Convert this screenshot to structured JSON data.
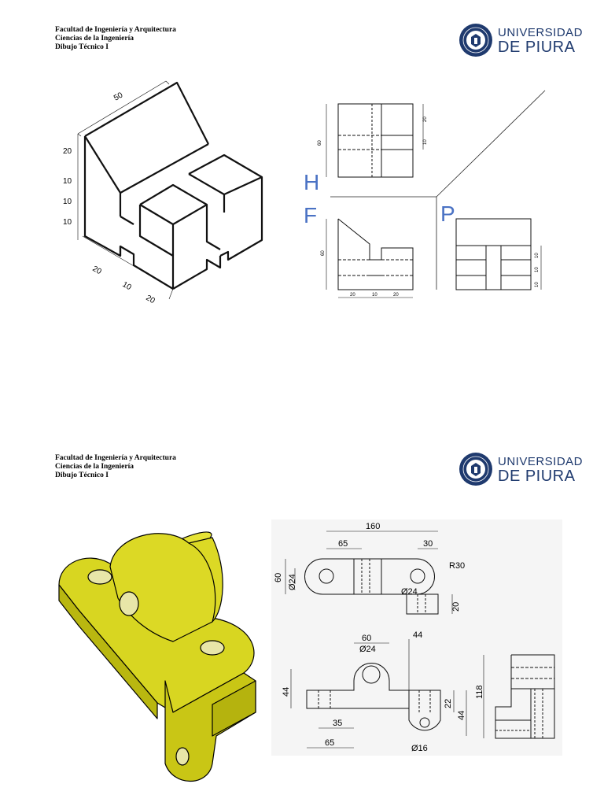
{
  "pages": [
    {
      "header": {
        "line1": "Facultad de Ingeniería y Arquitectura",
        "line2": "Ciencias de la Ingeniería",
        "line3": "Dibujo Técnico I"
      },
      "logo": {
        "word1": "UNIVERSIDAD",
        "word2": "DE PIURA",
        "icon": "university-seal-icon"
      }
    },
    {
      "header": {
        "line1": "Facultad de Ingeniería y Arquitectura",
        "line2": "Ciencias de la Ingeniería",
        "line3": "Dibujo Técnico I"
      },
      "logo": {
        "word1": "UNIVERSIDAD",
        "word2": "DE PIURA",
        "icon": "university-seal-icon"
      }
    }
  ],
  "drawing1": {
    "iso_dims": {
      "d50": "50",
      "d20a": "20",
      "d10a": "10",
      "d10b": "10",
      "d10c": "10",
      "b20a": "20",
      "b10": "10",
      "b20b": "20"
    },
    "view_labels": {
      "h": "H",
      "f": "F",
      "p": "P"
    },
    "top_view_dims": {
      "v60": "60",
      "v20": "20",
      "v10": "10"
    },
    "front_view_dims": {
      "v60": "60",
      "h20a": "20",
      "h10": "10",
      "h20b": "20"
    },
    "side_view_dims": {
      "v10a": "10",
      "v10b": "10",
      "v10c": "10"
    }
  },
  "drawing2": {
    "top_view_dims": {
      "d160": "160",
      "d65": "65",
      "d30": "30",
      "r30": "R30",
      "d60": "60",
      "dia24a": "Ø24",
      "dia24b": "Ø24",
      "d20": "20"
    },
    "front_view_dims": {
      "d60": "60",
      "dia24": "Ø24",
      "d44": "44",
      "d44b": "44",
      "d22": "22",
      "d44c": "44",
      "d35": "35",
      "d65": "65",
      "dia16": "Ø16"
    },
    "side_view_dims": {
      "d118": "118"
    },
    "colors": {
      "solid": "#d4d21a",
      "edge": "#000000",
      "logo_blue": "#1f3a6e",
      "label_blue": "#4a72c4"
    }
  }
}
